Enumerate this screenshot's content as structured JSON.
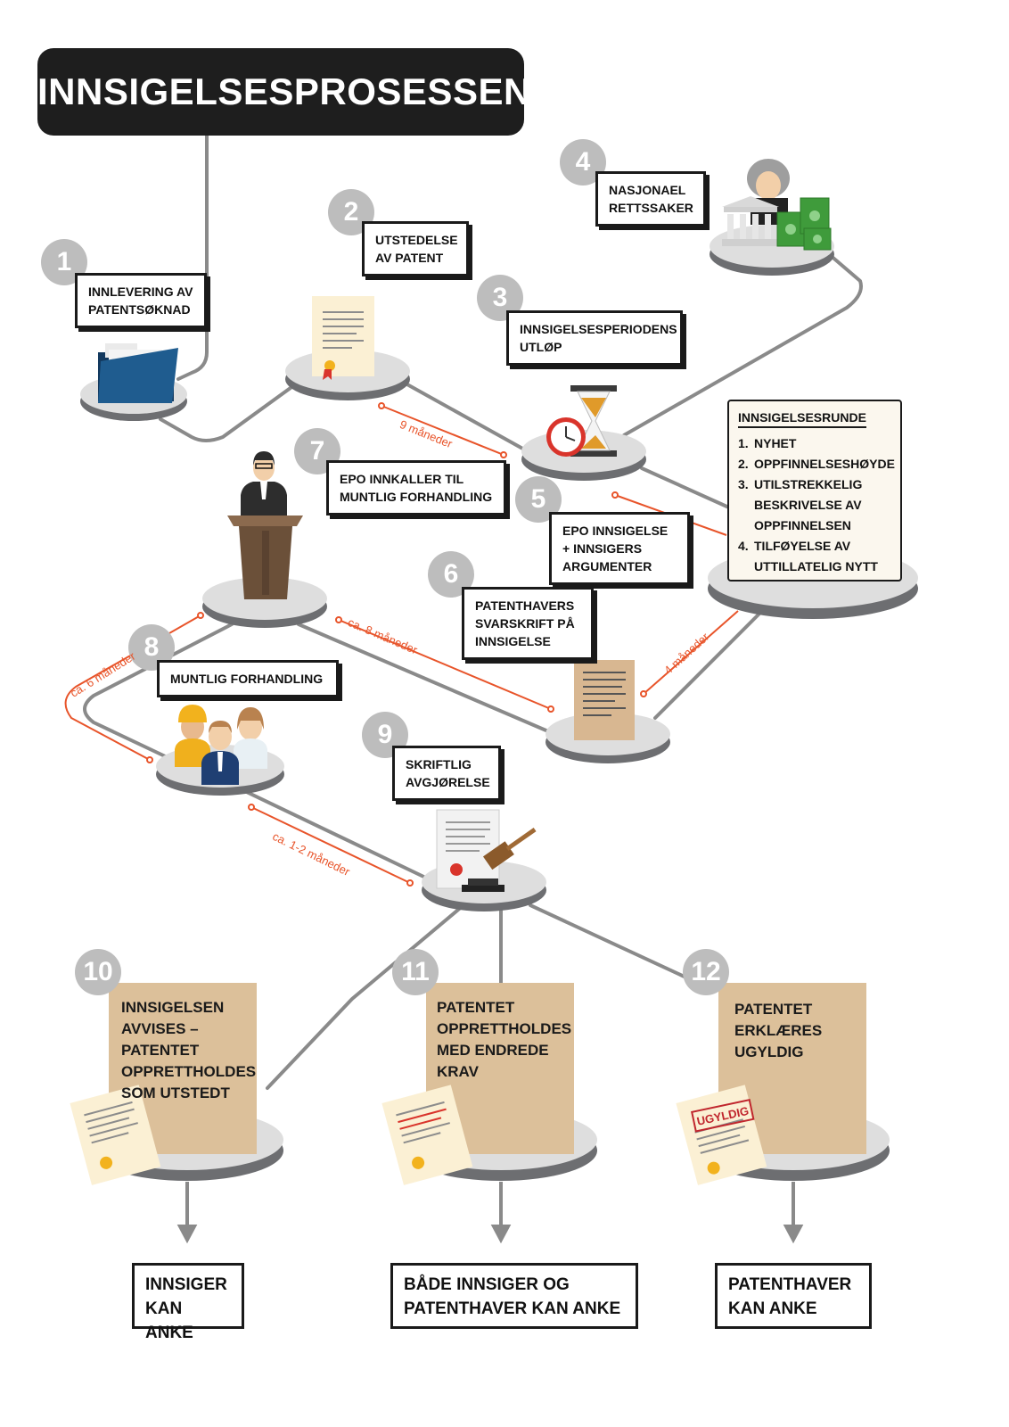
{
  "title": "INNSIGELSESPROSESSEN",
  "steps": [
    {
      "num": "1",
      "label": "INNLEVERING AV PATENTSØKNAD"
    },
    {
      "num": "2",
      "label": "UTSTEDELSE AV PATENT"
    },
    {
      "num": "3",
      "label": "INNSIGELSESPERIODENS UTLØP"
    },
    {
      "num": "4",
      "label": "NASJONAEL RETTSSAKER"
    },
    {
      "num": "5",
      "label": "EPO INNSIGELSE + INNSIGERS ARGUMENTER"
    },
    {
      "num": "6",
      "label": "PATENTHAVERS SVARSKRIFT PÅ INNSIGELSE"
    },
    {
      "num": "7",
      "label": "EPO INNKALLER TIL MUNTLIG FORHANDLING"
    },
    {
      "num": "8",
      "label": "MUNTLIG FORHANDLING"
    },
    {
      "num": "9",
      "label": "SKRIFTLIG AVGJØRELSE"
    }
  ],
  "round": {
    "title": "INNSIGELSESRUNDE",
    "items": [
      {
        "n": "1.",
        "text": "NYHET"
      },
      {
        "n": "2.",
        "text": "OPPFINNELSESHØYDE"
      },
      {
        "n": "3.",
        "text": "UTILSTREKKELIG BESKRIVELSE AV OPPFINNELSEN"
      },
      {
        "n": "4.",
        "text": "TILFØYELSE AV UTTILLATELIG NYTT"
      }
    ]
  },
  "timelines": [
    "9 måneder",
    "4 måneder",
    "ca. 8 måneder",
    "ca. 6 måneder",
    "ca. 1-2 måneder"
  ],
  "outcomes": [
    {
      "num": "10",
      "text": "INNSIGELSEN AVVISES – PATENTET OPPRETTHOLDES SOM UTSTEDT",
      "final": "INNSIGER KAN ANKE"
    },
    {
      "num": "11",
      "text": "PATENTET OPPRETTHOLDES MED ENDREDE KRAV",
      "final": "BÅDE INNSIGER OG PATENTHAVER KAN ANKE"
    },
    {
      "num": "12",
      "text": "PATENTET ERKLÆRES UGYLDIG",
      "final": "PATENTHAVER KAN ANKE",
      "stamp": "UGYLDIG"
    }
  ],
  "colors": {
    "accent": "#e8542a",
    "path": "#8a8a8a",
    "platform": "#6d6e71",
    "paper": "#dcc09a"
  }
}
